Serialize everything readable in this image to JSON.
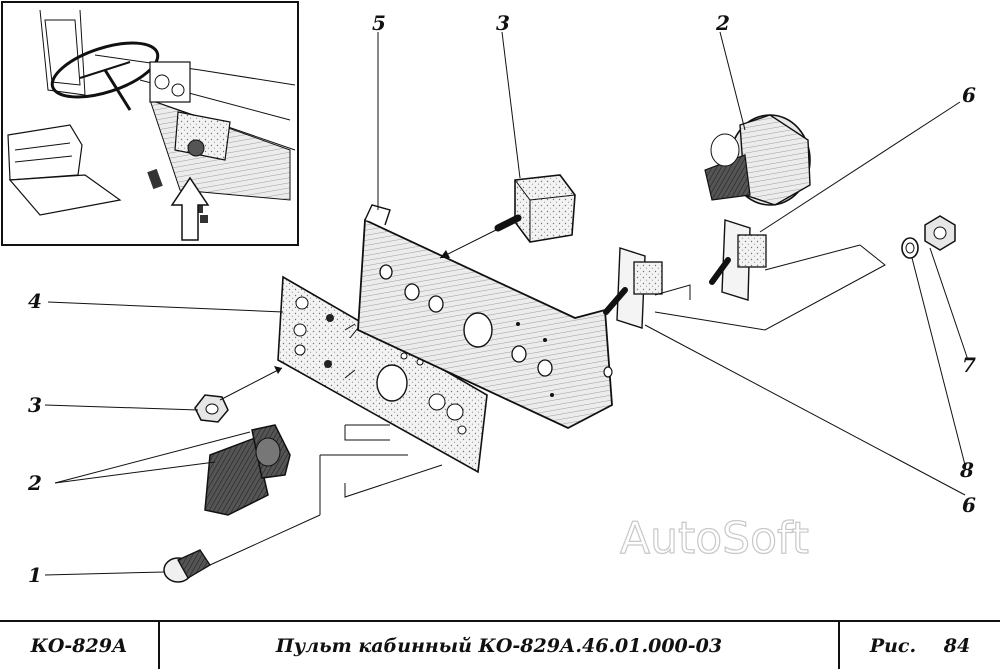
{
  "callouts": [
    "5",
    "3",
    "2",
    "6",
    "4",
    "3",
    "2",
    "1",
    "7",
    "8",
    "6"
  ],
  "watermark": "AutoSoft",
  "title_block": {
    "model": "КО-829А",
    "title": "Пульт кабинный КО-829А.46.01.000-03",
    "fig_label": "Рис.",
    "fig_number": "84"
  }
}
